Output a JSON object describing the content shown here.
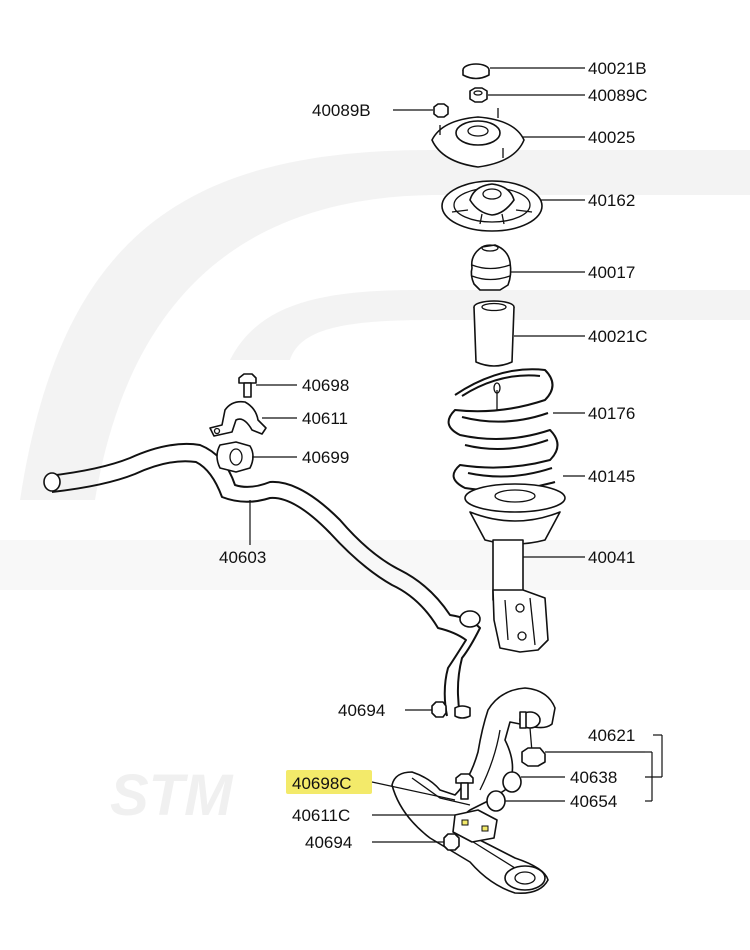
{
  "watermark": "STM",
  "highlight_color": "#f3ea6a",
  "callouts": {
    "c40021B": "40021B",
    "c40089C": "40089C",
    "c40089B": "40089B",
    "c40025": "40025",
    "c40162": "40162",
    "c40017": "40017",
    "c40021C": "40021C",
    "c40698": "40698",
    "c40611": "40611",
    "c40699": "40699",
    "c40176": "40176",
    "c40145": "40145",
    "c40603": "40603",
    "c40041": "40041",
    "c40694a": "40694",
    "c40621": "40621",
    "c40698C": "40698C",
    "c40638": "40638",
    "c40611C": "40611C",
    "c40654": "40654",
    "c40694b": "40694"
  }
}
